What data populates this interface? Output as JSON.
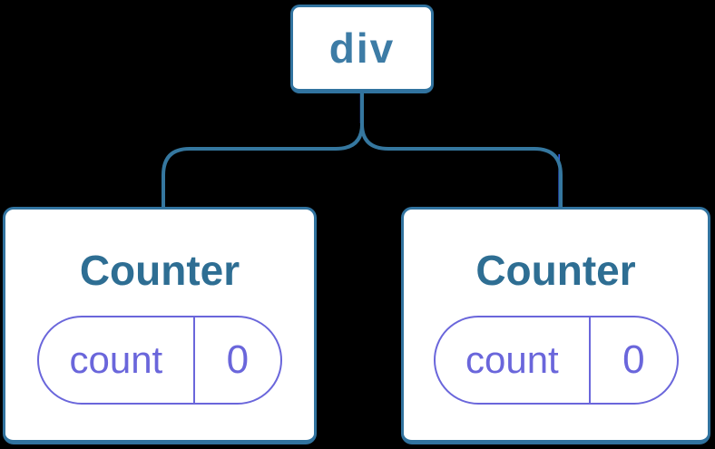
{
  "diagram": {
    "type": "component-tree",
    "root": {
      "label": "div"
    },
    "children": [
      {
        "title": "Counter",
        "state": {
          "key": "count",
          "value": "0"
        }
      },
      {
        "title": "Counter",
        "state": {
          "key": "count",
          "value": "0"
        }
      }
    ]
  },
  "colors": {
    "canvas_background": "#000000",
    "box_fill": "#ffffff",
    "box_border": "#31739f",
    "connector": "#35779f",
    "connector_highlight": "#2f5fe5",
    "node_text": "#3d7ca6",
    "component_text": "#2e6e93",
    "state_accent": "#6a66db"
  }
}
